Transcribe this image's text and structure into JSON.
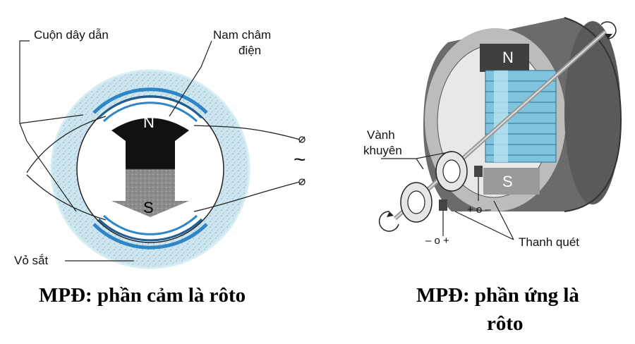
{
  "left_diagram": {
    "label_coil": "Cuộn dây dẫn",
    "label_electromagnet_line1": "Nam châm",
    "label_electromagnet_line2": "điện",
    "label_iron_shell": "Vỏ sắt",
    "pole_north": "N",
    "pole_south": "S",
    "ac_symbol": "~",
    "caption": "MPĐ: phần cảm là rôto"
  },
  "right_diagram": {
    "label_slip_rings_line1": "Vành",
    "label_slip_rings_line2": "khuyên",
    "label_brushes": "Thanh quét",
    "pole_north": "N",
    "pole_south": "S",
    "terminal_top": "+ o –",
    "terminal_bottom": "– o +",
    "caption_line1": "MPĐ: phần ứng là",
    "caption_line2": "rôto"
  },
  "colors": {
    "shell_fill": "#c9e4ee",
    "coil_blue": "#2f86c6",
    "magnet_north": "#111111",
    "magnet_south": "#8a8a8a",
    "stator_dark": "#5a5a5a",
    "stator_light": "#bdbdbd",
    "armature": "#7fc3dd"
  }
}
